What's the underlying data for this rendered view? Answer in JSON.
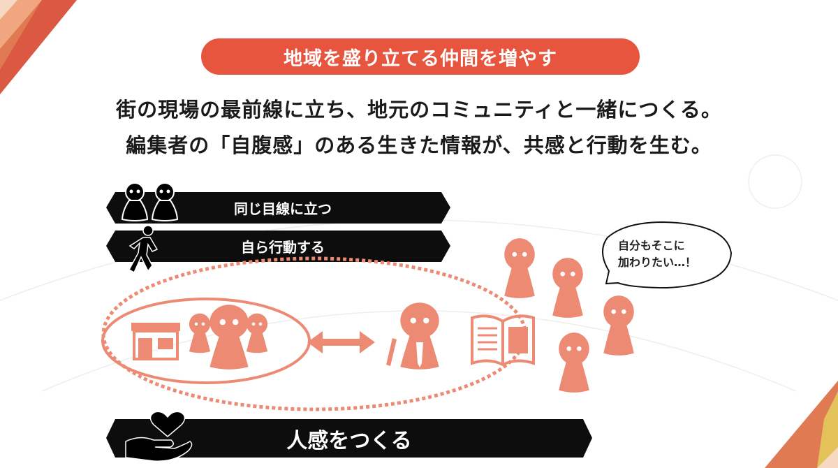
{
  "header": {
    "pill_title": "地域を盛り立てる仲間を増やす"
  },
  "lead": {
    "line1": "街の現場の最前線に立ち、地元のコミュニティと一緒につくる。",
    "line2": "編集者の「自腹感」のある生きた情報が、共感と行動を生む。"
  },
  "banners": [
    {
      "label": "同じ目線に立つ",
      "icon": "two-people-icon"
    },
    {
      "label": "自ら行動する",
      "icon": "walking-person-icon"
    },
    {
      "label": "人感をつくる",
      "icon": "heart-hand-icon"
    }
  ],
  "speech_bubble": {
    "line1": "自分もそこに",
    "line2": "加わりたい…！"
  },
  "colors": {
    "accent": "#e8553e",
    "figure": "#ec8a74",
    "banner": "#0d0d0d",
    "corner_orange": "#e07a52",
    "corner_yellow": "#e3c25a",
    "corner_peach": "#f6d9c2"
  }
}
